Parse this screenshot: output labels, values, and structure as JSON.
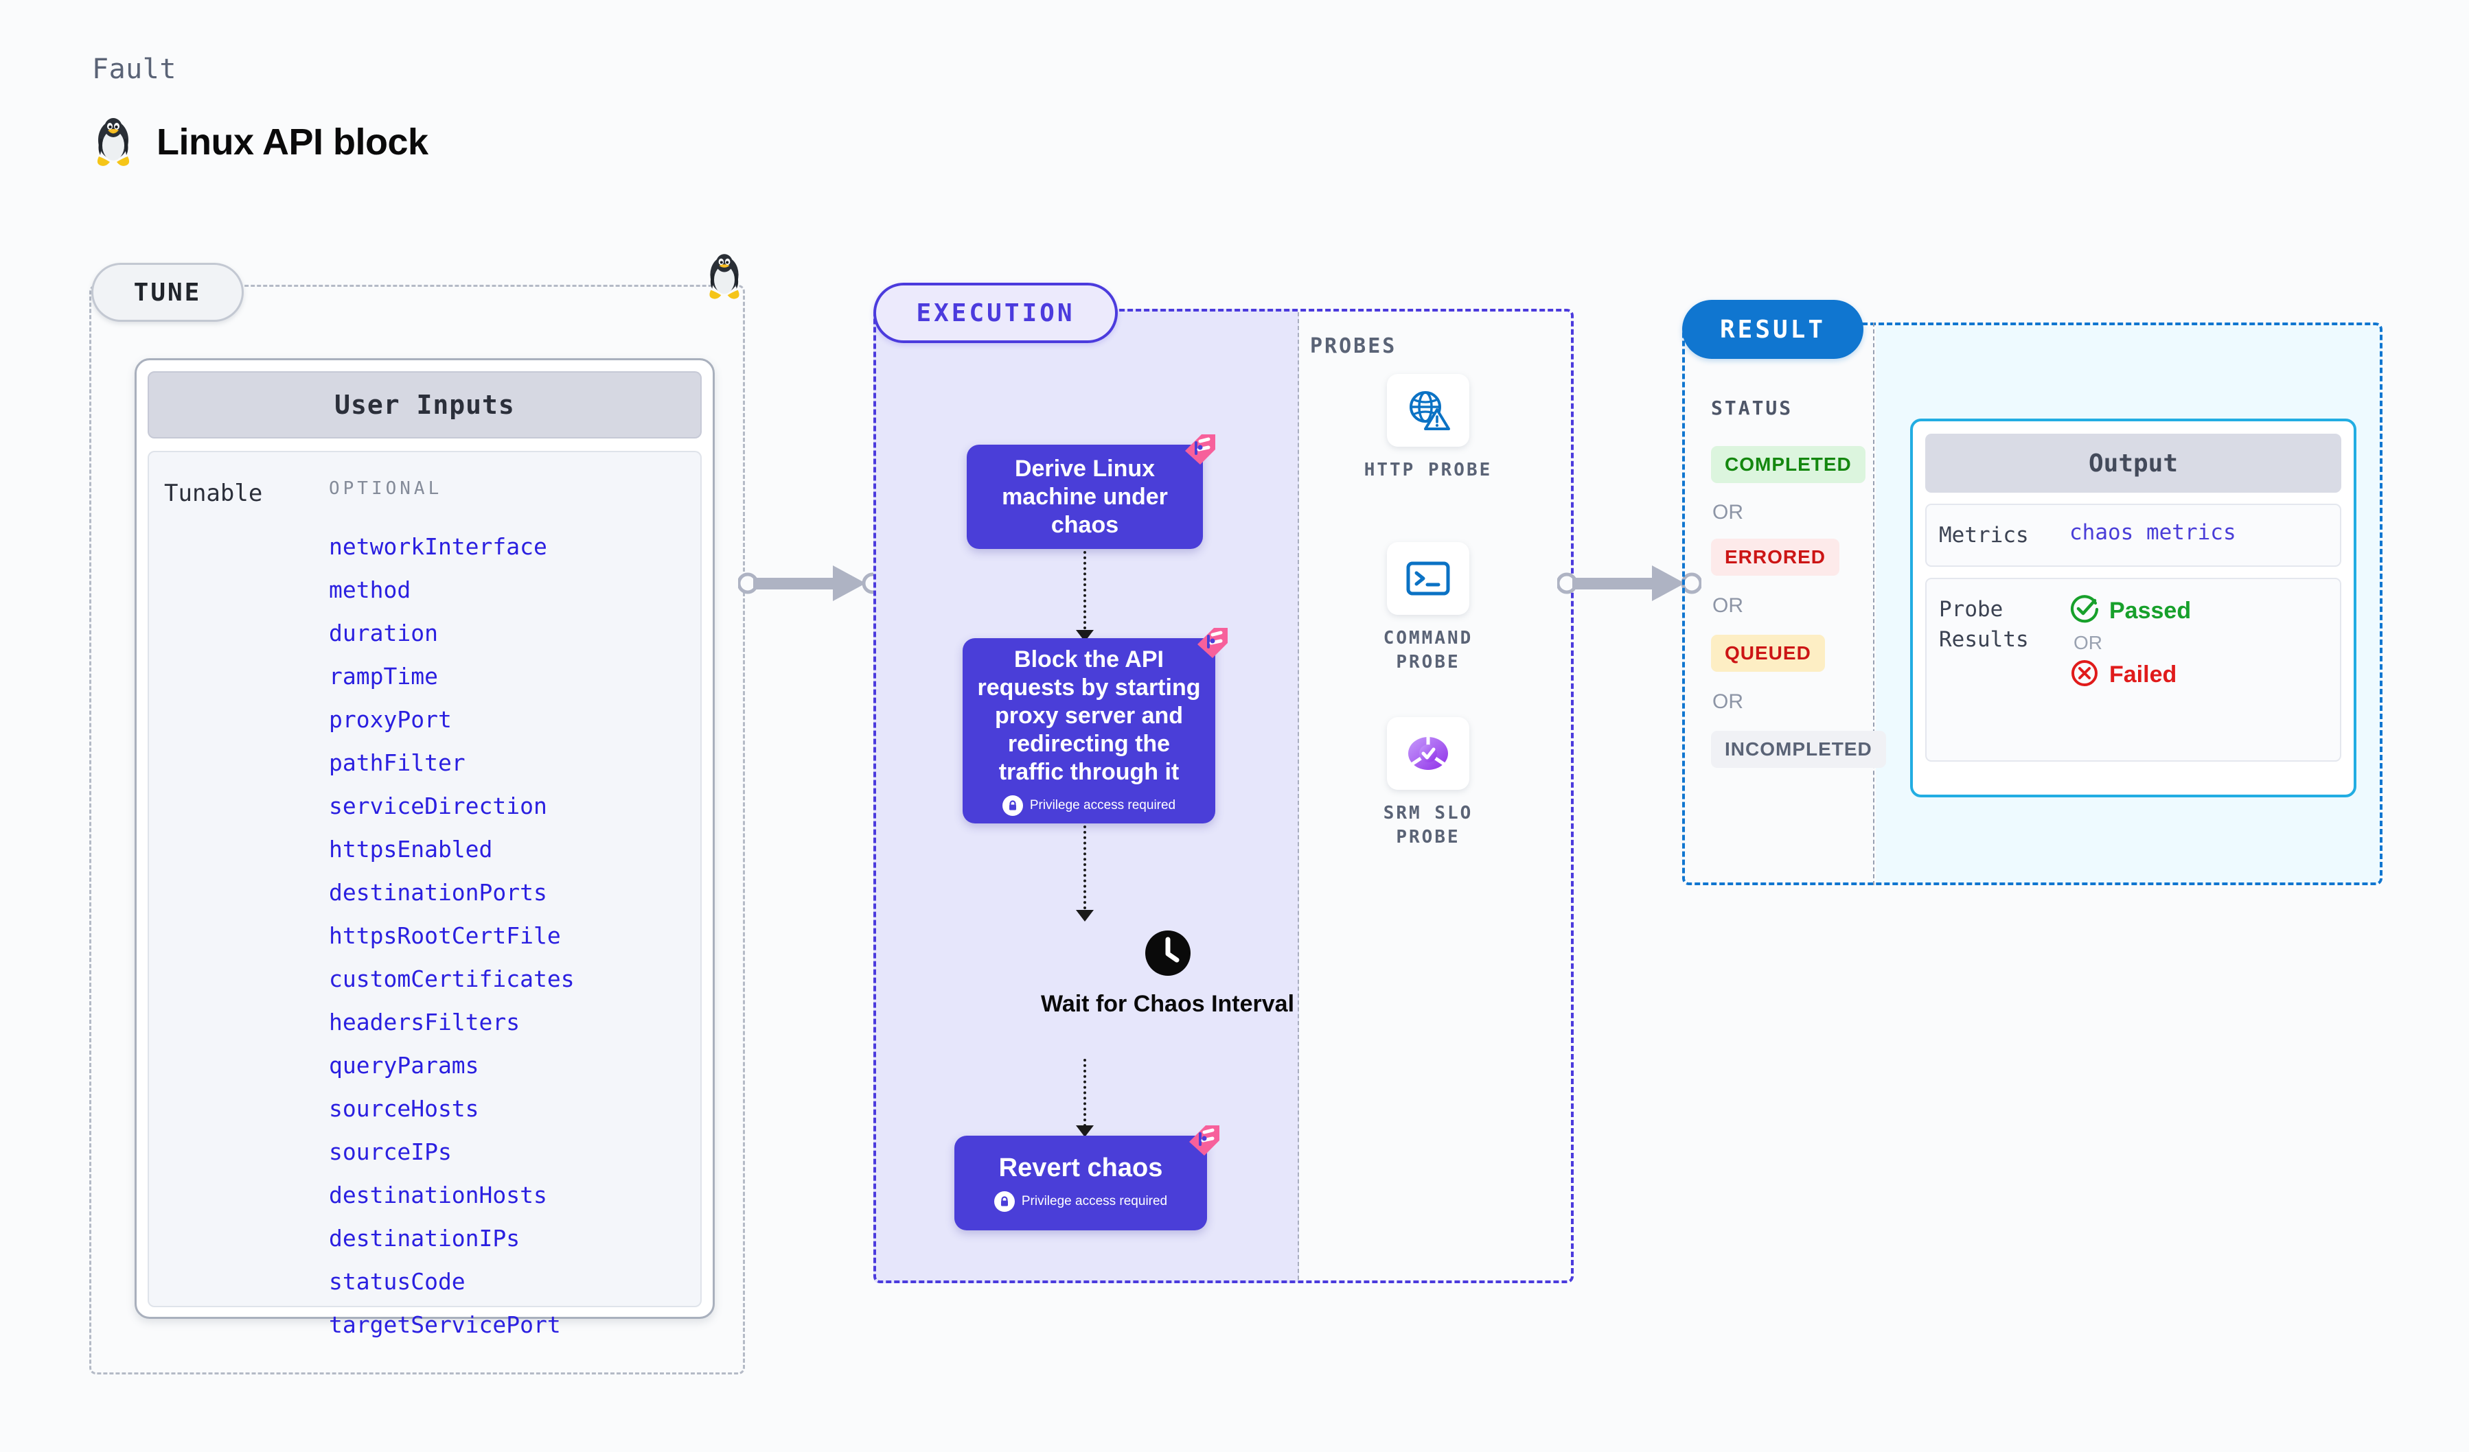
{
  "header": {
    "kicker": "Fault",
    "title": "Linux API block",
    "icon": "tux-penguin-icon"
  },
  "tune": {
    "pill_label": "TUNE",
    "divider_icon": "tux-penguin-icon",
    "card": {
      "title": "User Inputs",
      "group_label": "Tunable",
      "optional_label": "OPTIONAL",
      "tunables": [
        "networkInterface",
        "method",
        "duration",
        "rampTime",
        "proxyPort",
        "pathFilter",
        "serviceDirection",
        "httpsEnabled",
        "destinationPorts",
        "httpsRootCertFile",
        "customCertificates",
        "headersFilters",
        "queryParams",
        "sourceHosts",
        "sourceIPs",
        "destinationHosts",
        "destinationIPs",
        "statusCode",
        "targetServicePort"
      ]
    }
  },
  "execution": {
    "pill_label": "EXECUTION",
    "nodes": [
      {
        "text": "Derive Linux machine under chaos",
        "privilege": null,
        "badge": "chaos-corner-badge"
      },
      {
        "text": "Block the API requests by starting proxy server and redirecting the traffic through it",
        "privilege": "Privilege access required",
        "badge": "chaos-corner-badge"
      },
      {
        "text": "Revert chaos",
        "privilege": "Privilege access required",
        "badge": "chaos-corner-badge"
      }
    ],
    "wait_node": {
      "icon": "clock-icon",
      "label": "Wait for Chaos Interval"
    }
  },
  "probes": {
    "section_label": "PROBES",
    "items": [
      {
        "label": "HTTP PROBE",
        "icon": "globe-warning-icon"
      },
      {
        "label": "COMMAND PROBE",
        "icon": "terminal-icon"
      },
      {
        "label": "SRM SLO PROBE",
        "icon": "slo-donut-check-icon"
      }
    ]
  },
  "result": {
    "pill_label": "RESULT",
    "status_label": "STATUS",
    "or_label": "OR",
    "statuses": [
      {
        "label": "COMPLETED",
        "bg": "#dcf5de",
        "fg": "#14870f"
      },
      {
        "label": "ERRORED",
        "bg": "#fdeaea",
        "fg": "#cc1515"
      },
      {
        "label": "QUEUED",
        "bg": "#fdeec4",
        "fg": "#cc1515"
      },
      {
        "label": "INCOMPLETED",
        "bg": "#f0f1f5",
        "fg": "#5a6376"
      }
    ],
    "output": {
      "title": "Output",
      "metrics_key": "Metrics",
      "metrics_value": "chaos metrics",
      "probe_key": "Probe Results",
      "passed_label": "Passed",
      "failed_label": "Failed",
      "or_label": "OR"
    }
  },
  "colors": {
    "primary_purple": "#4a3ed8",
    "result_blue": "#1076d0",
    "cyan_border": "#22ade2",
    "pink_badge": "#f7609b",
    "tunable_text": "#2a1fe0"
  }
}
